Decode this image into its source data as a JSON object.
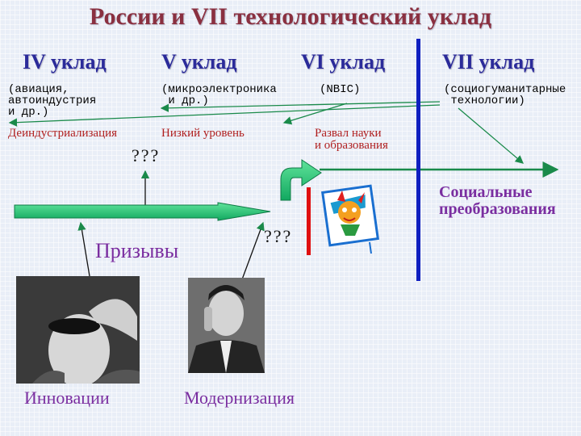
{
  "title": "России и VII  технологический уклад",
  "columns": [
    {
      "heading": "IV уклад",
      "desc": "(авиация,\nавтоиндустрия\nи др.)",
      "status": "Деиндустриализация"
    },
    {
      "heading": "V уклад",
      "desc": "(микроэлектроника\n и др.)",
      "status": "Низкий уровень"
    },
    {
      "heading": "VI уклад",
      "desc": "(NBIC)",
      "status": "Развал науки\nи образования"
    },
    {
      "heading": "VII уклад",
      "desc": "(социогуманитарные\n технологии)"
    }
  ],
  "question_top": "???",
  "question_mid": "???",
  "social": "Социальные\nпреобразования",
  "calls": "Призывы",
  "innovation": "Инновации",
  "modernization": "Модернизация",
  "colors": {
    "arrow_green": "#1fbf77",
    "divider_blue": "#1020c0",
    "red_bar": "#e01010",
    "title": "#8a3040",
    "heading": "#2b2b9a"
  }
}
